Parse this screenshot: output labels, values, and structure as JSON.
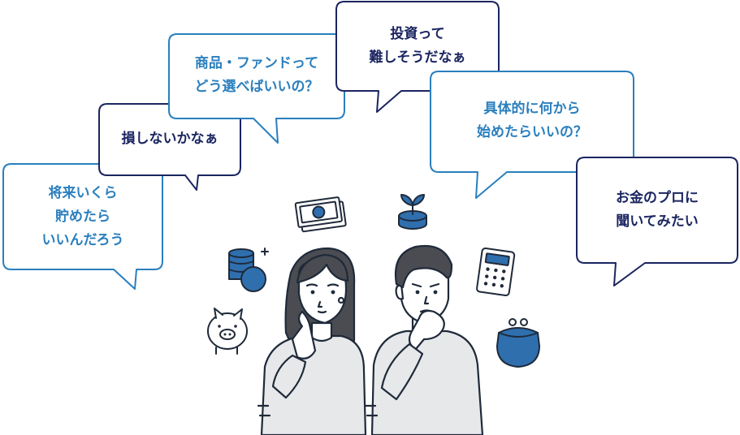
{
  "speech_bubbles": {
    "savings": "将来いくら\n貯めたら\nいいんだろう",
    "loss": "損しないかなぁ",
    "products": "商品・ファンドって\nどう選べばいいの？",
    "difficult": "投資って\n難しそうだなぁ",
    "start": "具体的に何から\n始めたらいいの？",
    "expert": "お金のプロに\n聞いてみたい"
  },
  "colors": {
    "navy": "#1b2560",
    "blue": "#2a7fbe",
    "icon_blue": "#2f6fae",
    "line": "#1f2a3a",
    "shirt": "#e7e8ea",
    "hair": "#4a4c52"
  },
  "icons": [
    "banknote-icon",
    "sprout-coin-icon",
    "coin-stack-icon",
    "calculator-icon",
    "piggy-bank-icon",
    "coin-purse-icon"
  ]
}
